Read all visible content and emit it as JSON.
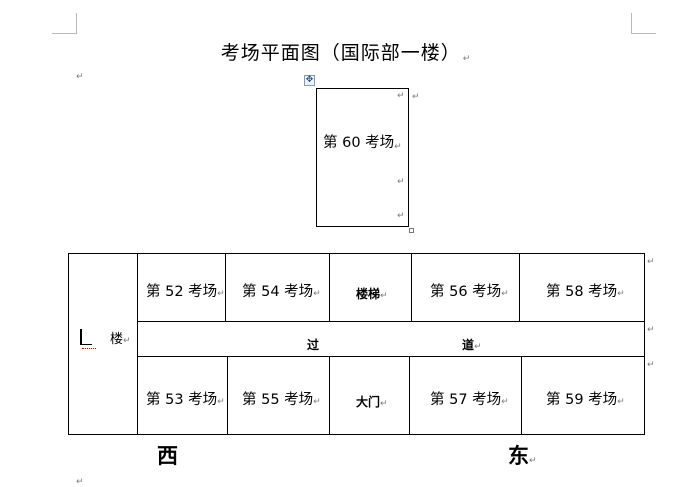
{
  "document": {
    "title": "考场平面图（国际部一楼）"
  },
  "top_room": {
    "label": "第 60 考场"
  },
  "building": {
    "label_char": "楼",
    "top_row": [
      "第 52 考场",
      "第 54 考场",
      "楼梯",
      "第 56 考场",
      "第 58 考场"
    ],
    "corridor_left": "过",
    "corridor_right": "道",
    "bottom_row": [
      "第 53 考场",
      "第 55 考场",
      "大门",
      "第 57 考场",
      "第 59 考场"
    ]
  },
  "directions": {
    "west": "西",
    "east": "东"
  },
  "marks": {
    "paragraph": "↵",
    "move_icon": "✥"
  }
}
